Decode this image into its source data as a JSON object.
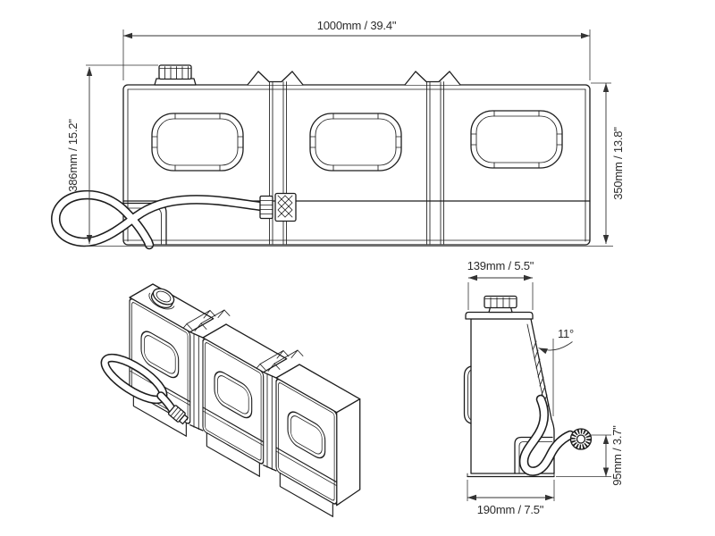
{
  "drawing": {
    "front_view": {
      "dim_length": "1000mm / 39.4\"",
      "dim_height_total": "386mm / 15.2\"",
      "dim_height_body": "350mm / 13.8\""
    },
    "side_view": {
      "dim_top_width": "139mm / 5.5\"",
      "dim_angle": "11°",
      "dim_outlet_height": "95mm / 3.7\"",
      "dim_base_width": "190mm / 7.5\""
    },
    "colors": {
      "line": "#1d1d1d",
      "dimension": "#333333",
      "background": "#ffffff"
    }
  }
}
